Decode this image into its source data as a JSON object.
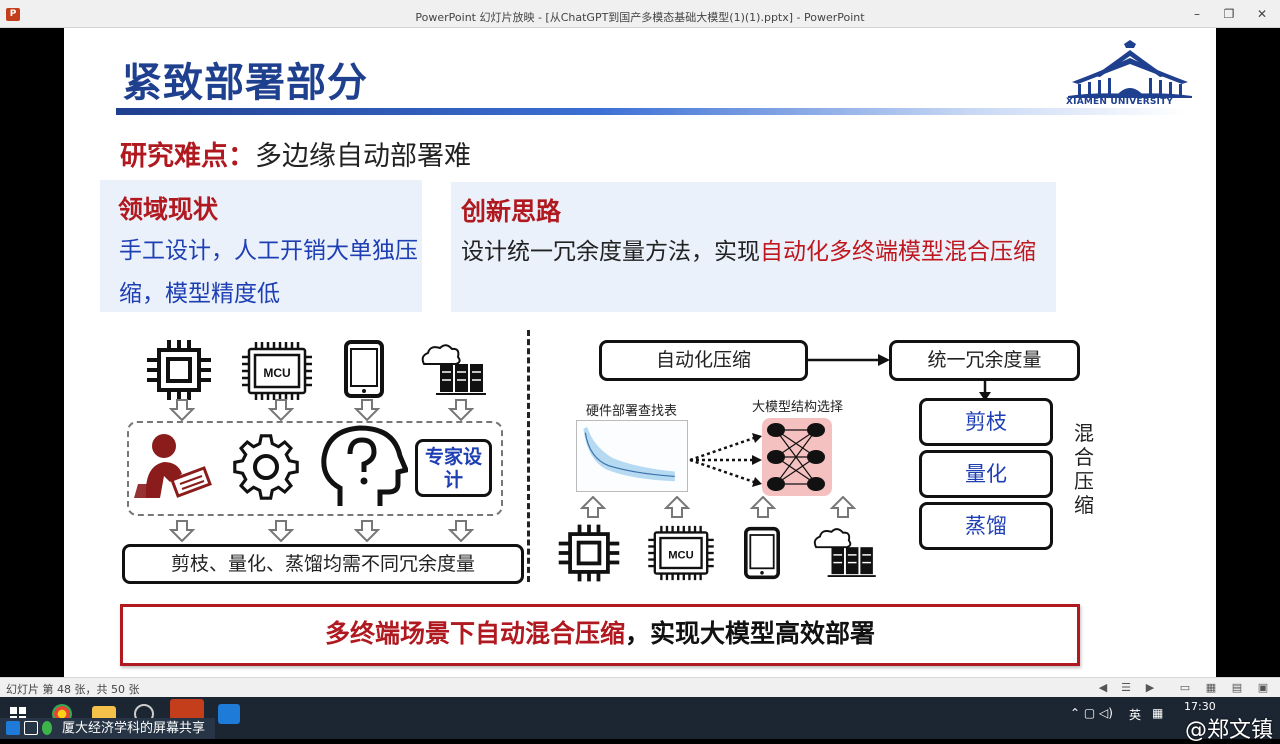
{
  "window": {
    "title": "PowerPoint 幻灯片放映 - [从ChatGPT到国产多模态基础大模型(1)(1).pptx] - PowerPoint",
    "app_icon": "P",
    "minimize": "–",
    "restore": "❐",
    "close": "✕"
  },
  "slide": {
    "title": "紧致部署部分",
    "logo_text": "XIAMEN UNIVERSITY",
    "problem_label": "研究难点：",
    "problem_text": "多边缘自动部署难",
    "left_box": {
      "heading": "领域现状",
      "body": "手工设计，人工开销大单独压缩，模型精度低"
    },
    "right_box": {
      "heading": "创新思路",
      "body_plain": "设计统一冗余度量方法，实现",
      "body_highlight": "自动化多终端模型混合压缩"
    },
    "left_diagram": {
      "device_icons": [
        "cpu-chip-icon",
        "mcu-chip-icon",
        "smartphone-icon",
        "cloud-server-icon"
      ],
      "mcu_label": "MCU",
      "method_icons": [
        "manual-designer-icon",
        "gear-icon",
        "question-head-icon"
      ],
      "expert_label": "专家设计",
      "bottom_label": "剪枝、量化、蒸馏均需不同冗余度量"
    },
    "right_diagram": {
      "auto_compress": "自动化压缩",
      "unified_metric": "统一冗余度量",
      "methods": [
        "剪枝",
        "量化",
        "蒸馏"
      ],
      "mixed_label": "混合压缩",
      "lookup_label": "硬件部署查找表",
      "structure_label": "大模型结构选择",
      "mcu_label": "MCU"
    },
    "banner_red": "多终端场景下自动混合压缩",
    "banner_black": "，实现大模型高效部署"
  },
  "status_bar": {
    "slide_count": "幻灯片 第 48 张，共 50 张"
  },
  "taskbar": {
    "share_text": "厦大经济学科的屏幕共享",
    "time": "17:30",
    "ime": "英",
    "watermark": "@郑文镇"
  },
  "colors": {
    "title_blue": "#1f3f8f",
    "accent_red": "#b0191f",
    "body_blue": "#1e3fb4",
    "box_bg": "#eaf1fa"
  }
}
